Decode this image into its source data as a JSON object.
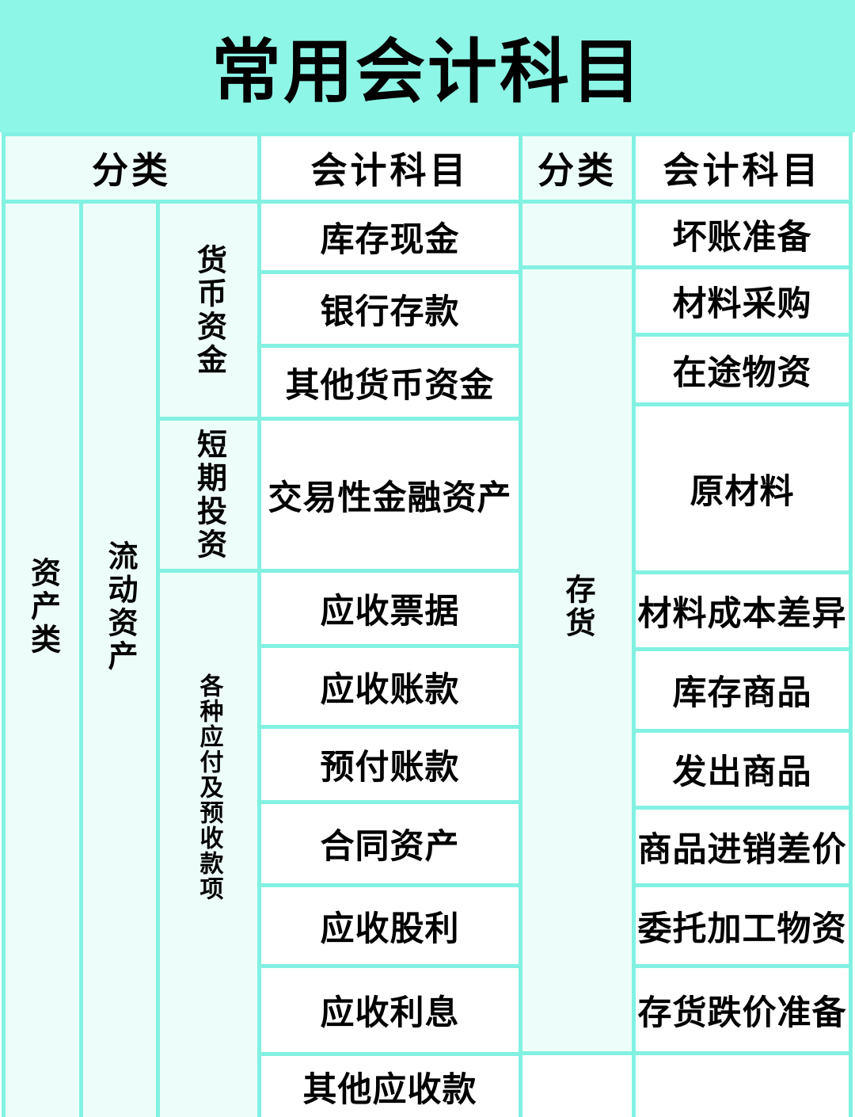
{
  "title": "常用会计科目",
  "colors": {
    "title_band_bg": "#8df6e7",
    "grid_line": "#82f1e2",
    "category_cell_bg": "#edfdf9",
    "subject_cell_bg": "#ffffff",
    "text": "#000000"
  },
  "header": {
    "category_label": "分类",
    "subject_label": "会计科目"
  },
  "left": {
    "class_label": "资产类",
    "group_label": "流动资产",
    "subgroups": [
      {
        "label": "货币资金",
        "items": [
          "库存现金",
          "银行存款",
          "其他货币资金"
        ]
      },
      {
        "label": "短期投资",
        "items": [
          "交易性金融资产"
        ]
      },
      {
        "label": "各种应付及预收款项",
        "items": [
          "应收票据",
          "应收账款",
          "预付账款",
          "合同资产",
          "应收股利",
          "应收利息",
          "其他应收款"
        ]
      }
    ]
  },
  "right": {
    "top_item": "坏账准备",
    "group_label": "存货",
    "items": [
      "材料采购",
      "在途物资",
      "原材料",
      "材料成本差异",
      "库存商品",
      "发出商品",
      "商品进销差价",
      "委托加工物资",
      "存货跌价准备"
    ]
  }
}
